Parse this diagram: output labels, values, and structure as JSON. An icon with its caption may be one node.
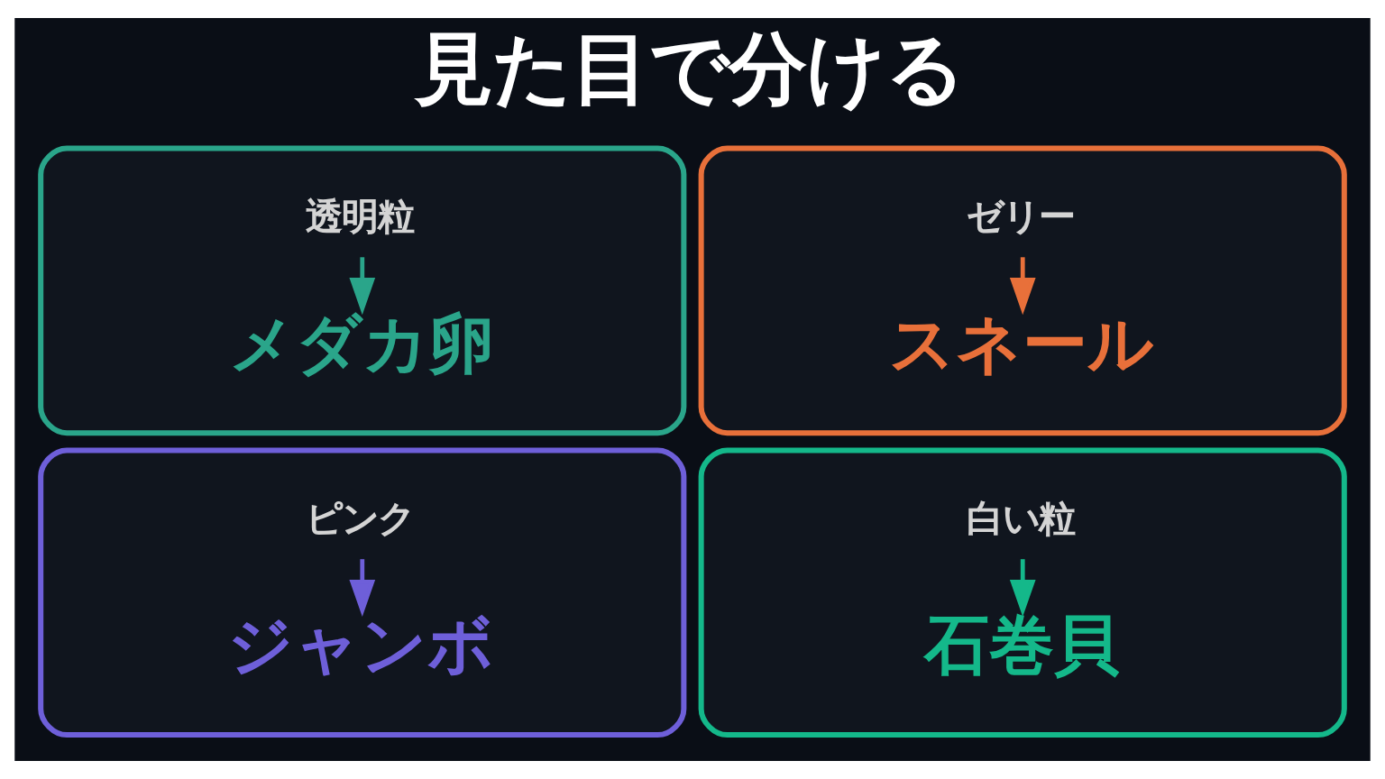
{
  "diagram": {
    "title": "見た目で分ける",
    "nodes": [
      {
        "text": [],
        "shape": "box"
      },
      {
        "text": [
          "透明粒"
        ],
        "in": 0
      },
      {
        "text": [
          "メダカ卵"
        ],
        "in": 0
      },
      {
        "text": [],
        "shape": "box"
      },
      {
        "text": [
          "ゼリー"
        ],
        "in": 3
      },
      {
        "text": [
          "スネール"
        ],
        "in": 3
      },
      {
        "text": [],
        "shape": "box"
      },
      {
        "text": [
          "ピンク"
        ],
        "in": 6
      },
      {
        "text": [
          "ジャンボ"
        ],
        "in": 6
      },
      {
        "text": [],
        "shape": "box"
      },
      {
        "text": [
          "白い粒"
        ],
        "in": 9
      },
      {
        "text": [
          "石巻貝"
        ],
        "in": 9
      }
    ],
    "edges": [
      {
        "from": 1,
        "to": 2,
        "arrow": "to",
        "color": "#2aa58a"
      },
      {
        "from": 4,
        "to": 5,
        "arrow": "to",
        "color": "#e8703a"
      },
      {
        "from": 7,
        "to": 8,
        "arrow": "to",
        "color": "#6e5fd9"
      },
      {
        "from": 10,
        "to": 11,
        "arrow": "to",
        "color": "#14b88a"
      }
    ]
  }
}
